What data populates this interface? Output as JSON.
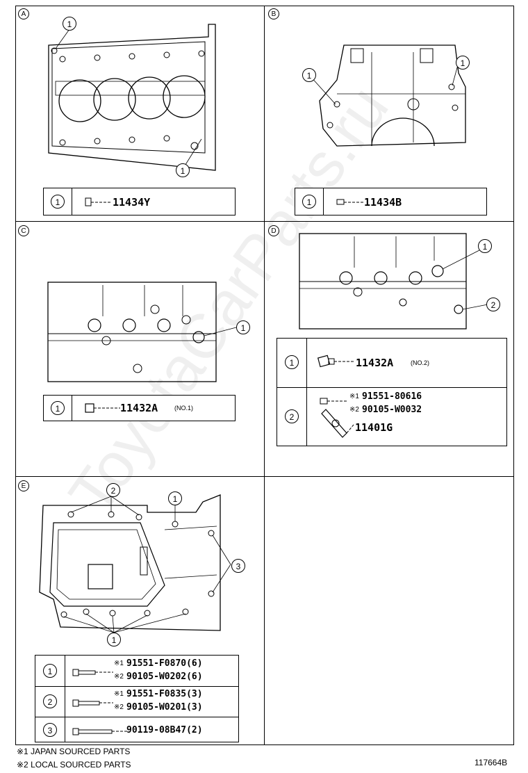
{
  "sections": {
    "A": {
      "letter": "A",
      "callout": "1",
      "part": "11434Y"
    },
    "B": {
      "letter": "B",
      "callout": "1",
      "part": "11434B"
    },
    "C": {
      "letter": "C",
      "callout": "1",
      "part": "11432A",
      "note": "(NO.1)"
    },
    "D": {
      "letter": "D",
      "callout1": "1",
      "callout2": "2",
      "part1": "11432A",
      "note1": "(NO.2)",
      "mark1": "※1",
      "bolt1": "91551-80616",
      "mark2": "※2",
      "bolt2": "90105-W0032",
      "part2": "11401G"
    },
    "E": {
      "letter": "E",
      "callout1": "1",
      "callout2": "2",
      "callout3": "3",
      "row1": {
        "mark1": "※1",
        "p1": "91551-F0870(6)",
        "mark2": "※2",
        "p2": "90105-W0202(6)"
      },
      "row2": {
        "mark1": "※1",
        "p1": "91551-F0835(3)",
        "mark2": "※2",
        "p2": "90105-W0201(3)"
      },
      "row3": {
        "p1": "90119-08B47(2)"
      }
    }
  },
  "footnotes": {
    "n1": "※1 JAPAN SOURCED PARTS",
    "n2": "※2 LOCAL SOURCED PARTS"
  },
  "figure_id": "117664B",
  "watermark": "ToyotaCarParts.ru"
}
